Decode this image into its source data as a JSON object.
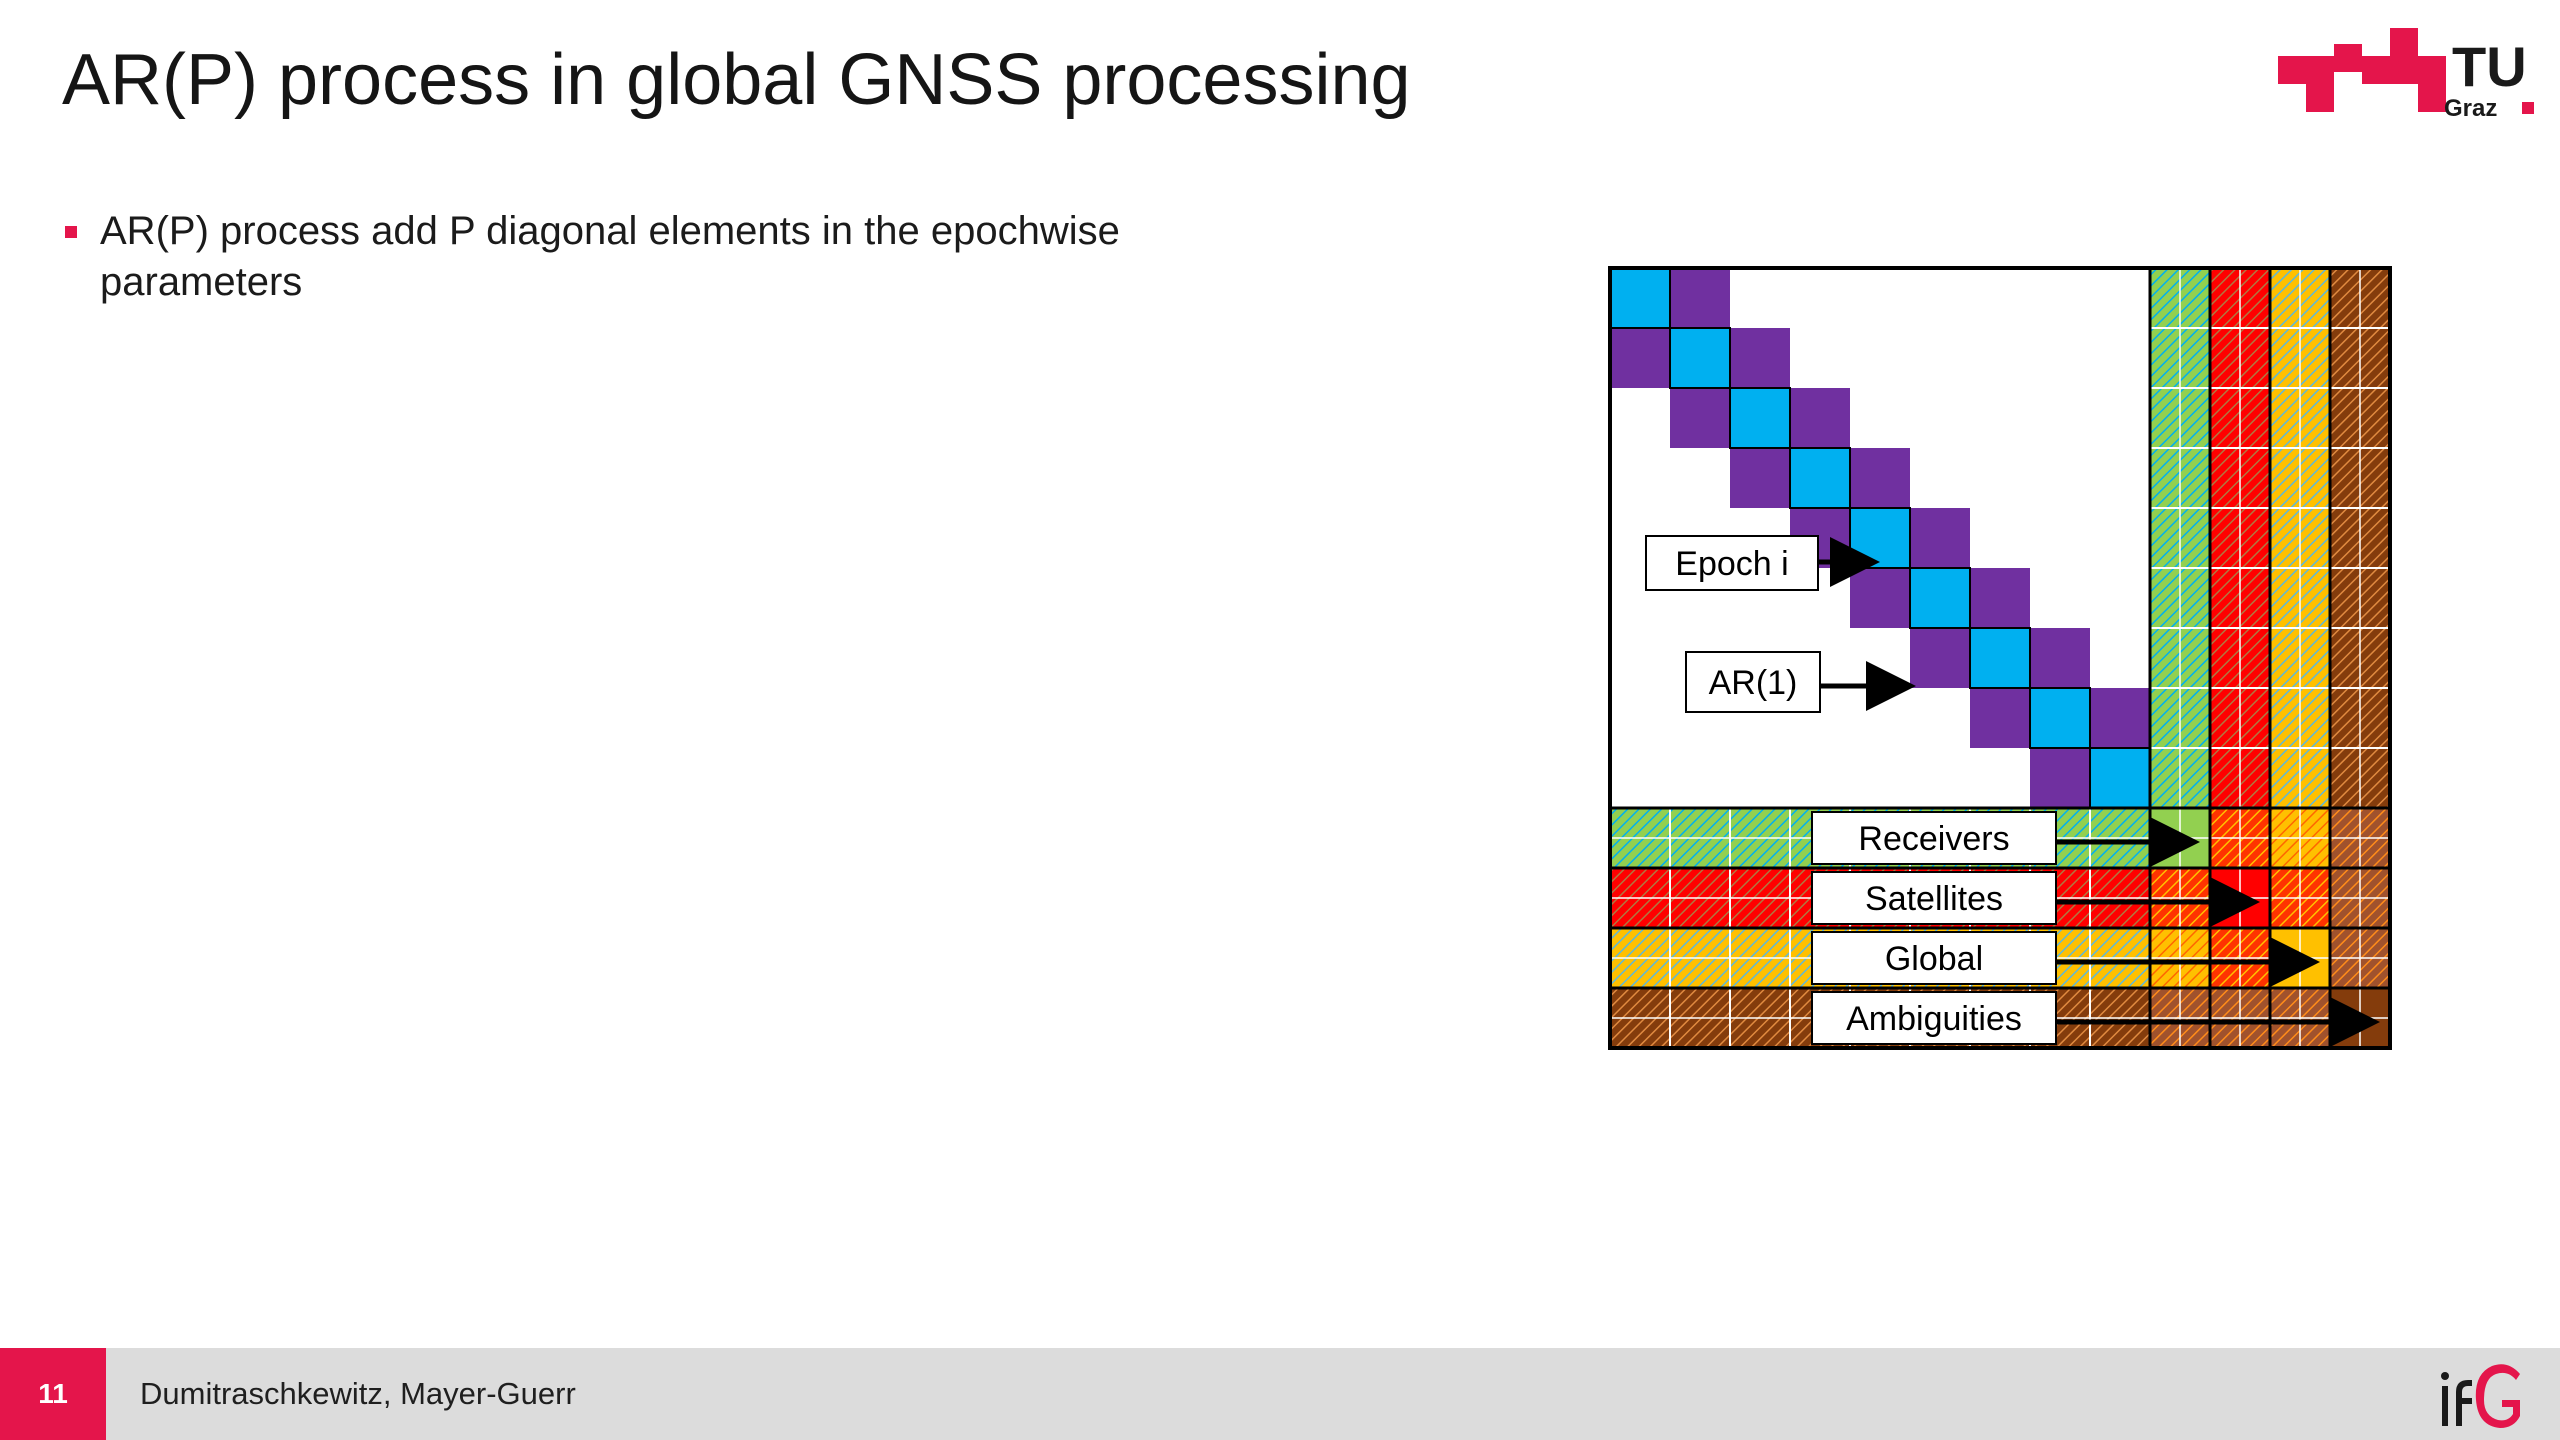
{
  "slide": {
    "title": "AR(P) process in global GNSS processing",
    "bullet": "AR(P) process add P diagonal elements in the epochwise parameters"
  },
  "logo": {
    "tu_text": "TU",
    "graz_text": "Graz",
    "icon": "tu-graz-logo-icon"
  },
  "diagram": {
    "epoch_blocks": 9,
    "labels": {
      "epoch": "Epoch i",
      "ar1": "AR(1)",
      "receivers": "Receivers",
      "satellites": "Satellites",
      "global": "Global",
      "ambiguities": "Ambiguities"
    },
    "colors": {
      "diagonal": "#00b0f0",
      "ar": "#7030a0",
      "receivers": "#92d050",
      "satellites": "#ff0000",
      "global": "#ffc000",
      "ambiguities": "#843c0c"
    }
  },
  "footer": {
    "page_number": "11",
    "authors": "Dumitraschkewitz, Mayer-Guerr",
    "ifg_logo_icon": "ifg-logo-icon"
  },
  "theme": {
    "accent": "#e4154b",
    "footer_bg": "#dcdcdc"
  }
}
